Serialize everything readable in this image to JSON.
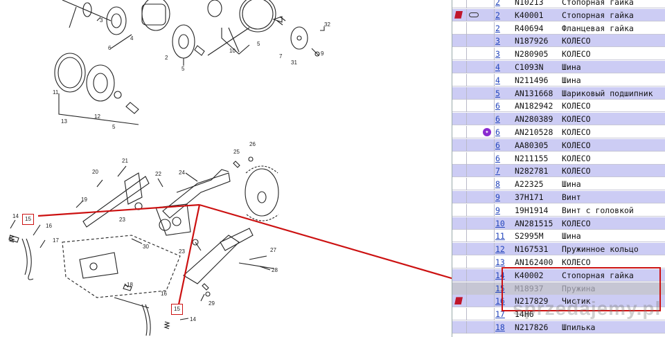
{
  "diagram": {
    "callouts": [
      {
        "id": "c1",
        "text": "3"
      },
      {
        "id": "c2",
        "text": "4"
      },
      {
        "id": "c3",
        "text": "6"
      },
      {
        "id": "c4",
        "text": "2"
      },
      {
        "id": "c5",
        "text": "5"
      },
      {
        "id": "c6",
        "text": "10"
      },
      {
        "id": "c7",
        "text": "7"
      },
      {
        "id": "c8",
        "text": "5"
      },
      {
        "id": "c9",
        "text": "32"
      },
      {
        "id": "c10",
        "text": "31"
      },
      {
        "id": "c11",
        "text": "9"
      },
      {
        "id": "c12",
        "text": "11"
      },
      {
        "id": "c13",
        "text": "12"
      },
      {
        "id": "c14",
        "text": "13"
      },
      {
        "id": "c15",
        "text": "5"
      },
      {
        "id": "c16",
        "text": "26"
      },
      {
        "id": "c17",
        "text": "25"
      },
      {
        "id": "c18",
        "text": "21"
      },
      {
        "id": "c19",
        "text": "20"
      },
      {
        "id": "c20",
        "text": "24"
      },
      {
        "id": "c21",
        "text": "22"
      },
      {
        "id": "c22",
        "text": "19"
      },
      {
        "id": "c23",
        "text": "23"
      },
      {
        "id": "c24",
        "text": "14"
      },
      {
        "id": "c25",
        "text": "16"
      },
      {
        "id": "c26",
        "text": "17"
      },
      {
        "id": "c27",
        "text": "30"
      },
      {
        "id": "c28",
        "text": "23"
      },
      {
        "id": "c29",
        "text": "27"
      },
      {
        "id": "c30",
        "text": "28"
      },
      {
        "id": "c31",
        "text": "29"
      },
      {
        "id": "c32",
        "text": "18"
      },
      {
        "id": "c33",
        "text": "16"
      },
      {
        "id": "c34",
        "text": "14"
      }
    ],
    "boxed_callouts": [
      {
        "id": "b1",
        "text": "15"
      },
      {
        "id": "b2",
        "text": "15"
      }
    ]
  },
  "parts": [
    {
      "ref": "2",
      "number": "N10213",
      "name": "Стопорная гайка",
      "marker": "",
      "dim": false
    },
    {
      "ref": "2",
      "number": "K40001",
      "name": "Стопорная гайка",
      "marker": "note-link",
      "dim": false
    },
    {
      "ref": "2",
      "number": "R40694",
      "name": "Фланцевая гайка",
      "marker": "",
      "dim": false
    },
    {
      "ref": "3",
      "number": "N187926",
      "name": "КОЛЕСО",
      "marker": "",
      "dim": false
    },
    {
      "ref": "3",
      "number": "N280905",
      "name": "КОЛЕСО",
      "marker": "",
      "dim": false
    },
    {
      "ref": "4",
      "number": "C1093N",
      "name": "Шина",
      "marker": "",
      "dim": false
    },
    {
      "ref": "4",
      "number": "N211496",
      "name": "Шина",
      "marker": "",
      "dim": false
    },
    {
      "ref": "5",
      "number": "AN131668",
      "name": "Шариковый подшипник",
      "marker": "",
      "dim": false
    },
    {
      "ref": "6",
      "number": "AN182942",
      "name": "КОЛЕСО",
      "marker": "",
      "dim": false
    },
    {
      "ref": "6",
      "number": "AN280389",
      "name": "КОЛЕСО",
      "marker": "",
      "dim": false
    },
    {
      "ref": "6",
      "number": "AN210528",
      "name": "КОЛЕСО",
      "marker": "star",
      "dim": false
    },
    {
      "ref": "6",
      "number": "AA80305",
      "name": "КОЛЕСО",
      "marker": "",
      "dim": false
    },
    {
      "ref": "6",
      "number": "N211155",
      "name": "КОЛЕСО",
      "marker": "",
      "dim": false
    },
    {
      "ref": "7",
      "number": "N282781",
      "name": "КОЛЕСО",
      "marker": "",
      "dim": false
    },
    {
      "ref": "8",
      "number": "A22325",
      "name": "Шина",
      "marker": "",
      "dim": false
    },
    {
      "ref": "9",
      "number": "37H171",
      "name": "Винт",
      "marker": "",
      "dim": false
    },
    {
      "ref": "9",
      "number": "19H1914",
      "name": "Винт с головкой",
      "marker": "",
      "dim": false
    },
    {
      "ref": "10",
      "number": "AN281515",
      "name": "КОЛЕСО",
      "marker": "",
      "dim": false
    },
    {
      "ref": "11",
      "number": "S2995M",
      "name": "Шина",
      "marker": "",
      "dim": false
    },
    {
      "ref": "12",
      "number": "N167531",
      "name": "Пружинное кольцо",
      "marker": "",
      "dim": false
    },
    {
      "ref": "13",
      "number": "AN162400",
      "name": "КОЛЕСО",
      "marker": "",
      "dim": false
    },
    {
      "ref": "14",
      "number": "K40002",
      "name": "Стопорная гайка",
      "marker": "",
      "dim": false
    },
    {
      "ref": "15",
      "number": "M18937",
      "name": "Пружина",
      "marker": "",
      "dim": true
    },
    {
      "ref": "16",
      "number": "N217829",
      "name": "Чистик",
      "marker": "note",
      "dim": false
    },
    {
      "ref": "17",
      "number": "14H6",
      "name": "",
      "marker": "",
      "dim": false
    },
    {
      "ref": "18",
      "number": "N217826",
      "name": "Шпилька",
      "marker": "",
      "dim": false
    }
  ],
  "watermark": {
    "text": "sprzedajemy.pl"
  },
  "colors": {
    "row_odd": "#ccccf4",
    "row_even": "#ffffff",
    "row_dim": "#c6c6d4",
    "annotation": "#cc1111",
    "link": "#2244bb"
  }
}
